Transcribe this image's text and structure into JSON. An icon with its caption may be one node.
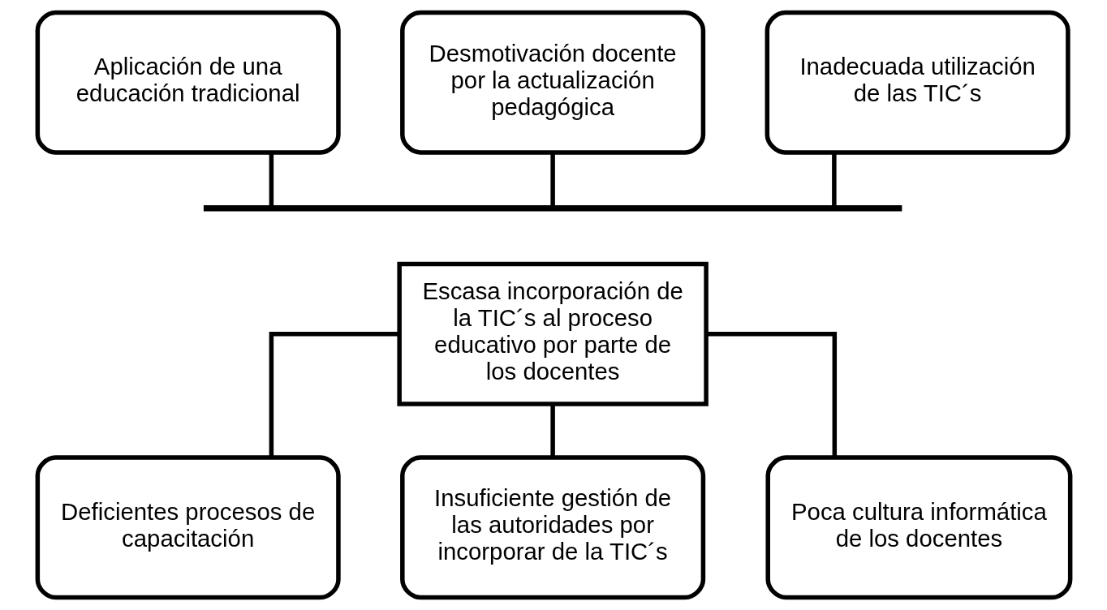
{
  "diagram": {
    "nodes": [
      {
        "text": [
          "Aplicación de una educación tradicional"
        ]
      },
      {
        "text": [
          "Desmotivación docente por la actualización pedagógica"
        ]
      },
      {
        "text": [
          "Inadecuada utilización de las TIC´s"
        ]
      },
      {
        "text": [],
        "shape": "bar"
      },
      {
        "text": [
          "Escasa incorporación de la TIC´s al proceso educativo por parte de los docentes"
        ]
      },
      {
        "text": [
          "Deficientes procesos de capacitación"
        ]
      },
      {
        "text": [
          "Insuficiente gestión de las autoridades por incorporar de la TIC´s"
        ]
      },
      {
        "text": [
          "Poca cultura informática de los docentes"
        ]
      }
    ],
    "edges": [
      {
        "from": 0,
        "to": 3,
        "arrow": "none"
      },
      {
        "from": 1,
        "to": 3,
        "arrow": "none"
      },
      {
        "from": 2,
        "to": 3,
        "arrow": "none"
      },
      {
        "from": 4,
        "to": 5,
        "arrow": "none"
      },
      {
        "from": 4,
        "to": 6,
        "arrow": "none"
      },
      {
        "from": 4,
        "to": 7,
        "arrow": "none"
      }
    ]
  }
}
